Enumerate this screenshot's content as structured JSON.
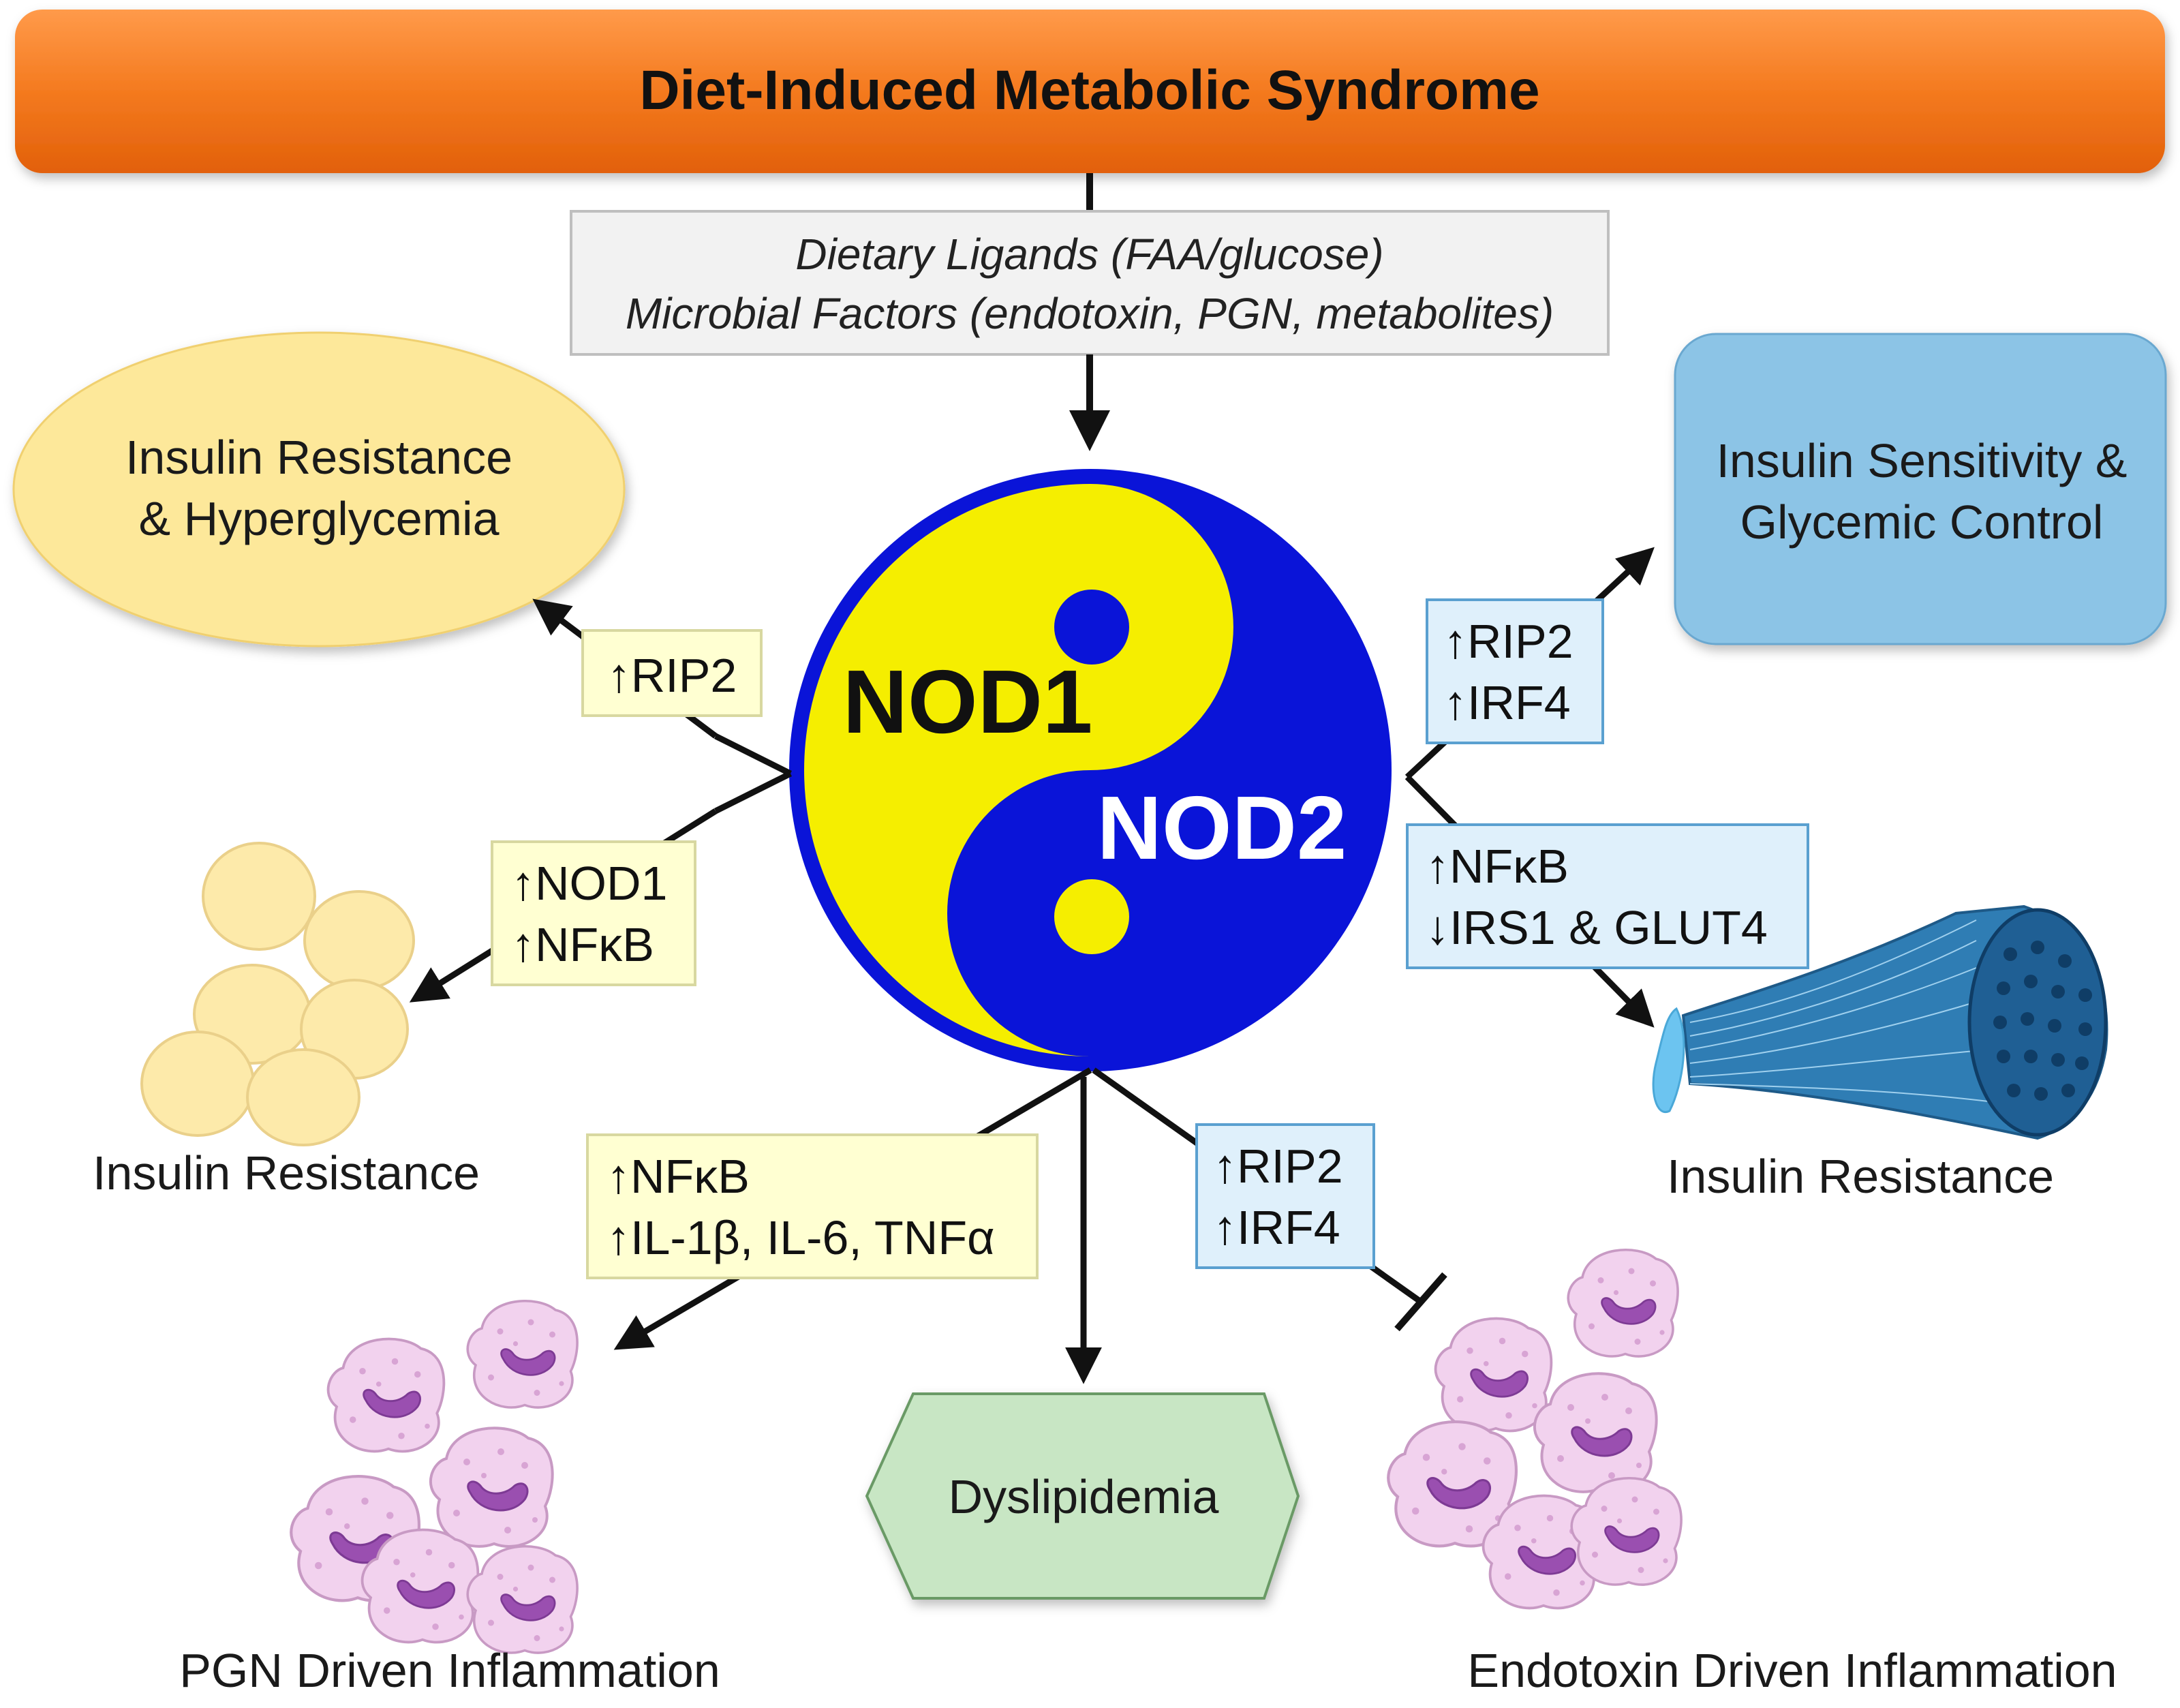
{
  "title": "Diet-Induced Metabolic Syndrome",
  "ligands": {
    "line1": "Dietary Ligands (FAA/glucose)",
    "line2": "Microbial Factors (endotoxin, PGN, metabolites)"
  },
  "center": {
    "nod1": "NOD1",
    "nod2": "NOD2"
  },
  "outcomes": {
    "top_left": {
      "line1": "Insulin Resistance",
      "line2": "& Hyperglycemia"
    },
    "top_right": {
      "line1": "Insulin Sensitivity &",
      "line2": "Glycemic Control"
    },
    "adipose": "Insulin Resistance",
    "muscle": "Insulin Resistance",
    "dyslipidemia": "Dyslipidemia",
    "pgn": "PGN Driven Inflammation",
    "endotoxin": "Endotoxin Driven Inflammation"
  },
  "signals": {
    "rip2_left": "↑RIP2",
    "nod1_nfkb": {
      "line1": "↑NOD1",
      "line2": "↑NFκB"
    },
    "rip2_irf4_right": {
      "line1": "↑RIP2",
      "line2": "↑IRF4"
    },
    "nfkb_irs1": {
      "line1": "↑NFκB",
      "line2": "↓IRS1 & GLUT4"
    },
    "nfkb_il": {
      "line1": "↑NFκB",
      "line2": "↑IL-1β, IL-6, TNFα"
    },
    "rip2_irf4_bottom": {
      "line1": "↑RIP2",
      "line2": "↑IRF4"
    }
  },
  "colors": {
    "title_bar": "#f47a1f",
    "nod1_yellow": "#f5ee00",
    "nod2_blue": "#0a14d8",
    "yellow_box": "#ffffd2",
    "blue_box": "#dff0fb",
    "top_left_ellipse": "#fde89a",
    "top_right_box": "#8cc4e6",
    "dyslipidemia_hex": "#c8e6c4",
    "adipocyte": "#fdeaaa",
    "neutrophil_cell": "#f2d2ee",
    "neutrophil_nucleus": "#9a4fb0",
    "muscle": "#4a8cc0"
  }
}
